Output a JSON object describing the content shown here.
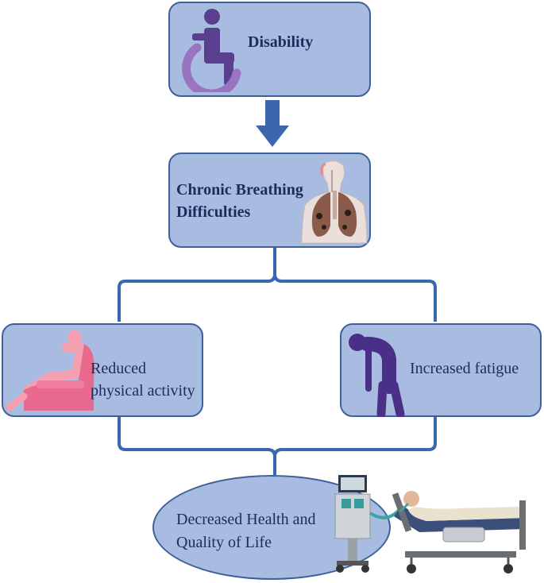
{
  "nodes": {
    "disability": {
      "label": "Disability"
    },
    "breathing": {
      "line1": "Chronic Breathing",
      "line2": "Difficulties"
    },
    "reduced": {
      "line1": "Reduced",
      "line2": "physical activity"
    },
    "fatigue": {
      "label": "Increased fatigue"
    },
    "health": {
      "line1": "Decreased Health and",
      "line2": "Quality of Life"
    }
  },
  "icons": {
    "disability": "wheelchair-icon",
    "breathing": "lungs-icon",
    "reduced": "recliner-person-icon",
    "fatigue": "tired-person-icon",
    "health": "hospital-bed-ventilator-icon"
  },
  "colors": {
    "box_fill": "#a7bce0",
    "box_border": "#3f5f98",
    "connector": "#3a68b0",
    "arrow": "#3b67ad",
    "text": "#1f2b5c"
  }
}
